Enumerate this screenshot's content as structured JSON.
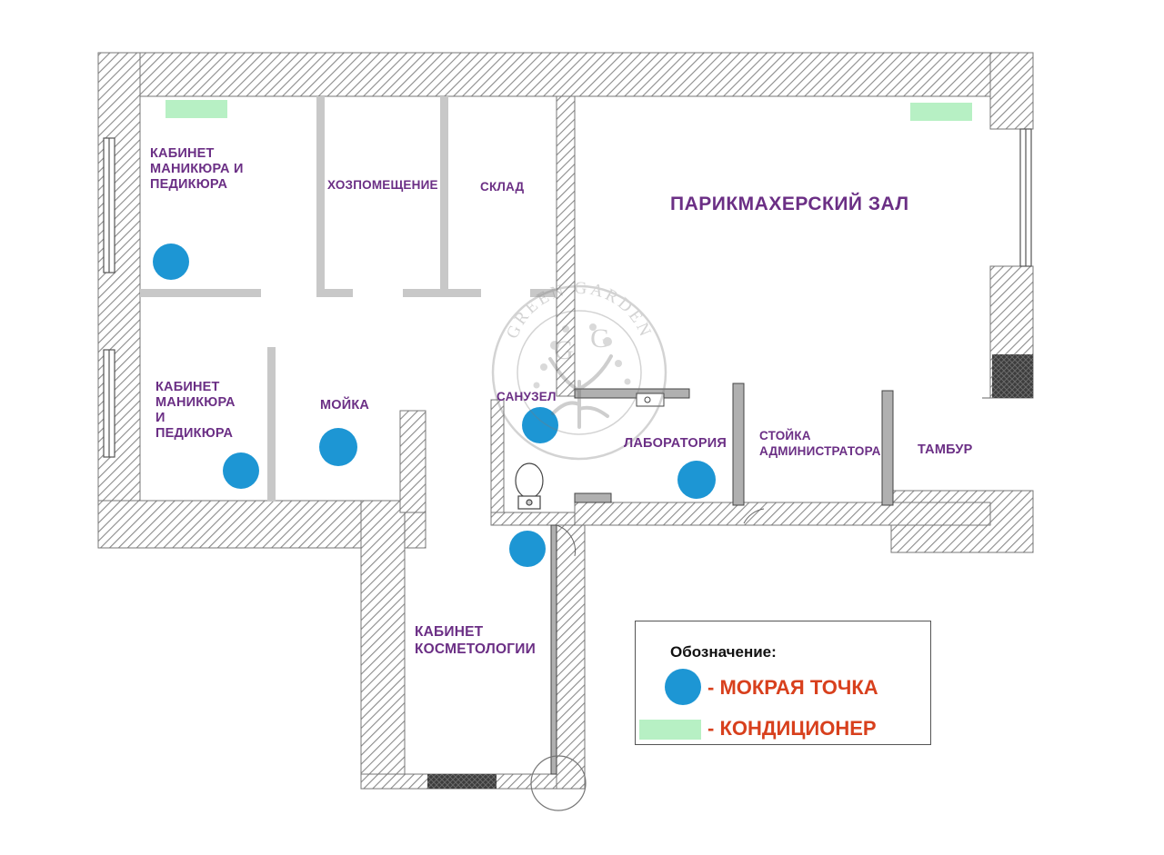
{
  "rooms": {
    "manicure_top": "КАБИНЕТ\nМАНИКЮРА И\nПЕДИКЮРА",
    "utility": "ХОЗПОМЕЩЕНИЕ",
    "storage": "СКЛАД",
    "hair_salon": "ПАРИКМАХЕРСКИЙ ЗАЛ",
    "manicure_bottom": "КАБИНЕТ\nМАНИКЮРА\nИ\nПЕДИКЮРА",
    "wash": "МОЙКА",
    "bathroom": "САНУЗЕЛ",
    "laboratory": "ЛАБОРАТОРИЯ",
    "reception": "СТОЙКА\nАДМИНИСТРАТОРА",
    "vestibule": "ТАМБУР",
    "cosmetology": "КАБИНЕТ\nКОСМЕТОЛОГИИ"
  },
  "legend": {
    "title": "Обозначение:",
    "wet_point": "- МОКРАЯ ТОЧКА",
    "air_conditioner": "- КОНДИЦИОНЕР"
  },
  "watermark": {
    "arc_text": "GREEN GARDEN",
    "monogram_left": "G",
    "monogram_right": "G"
  },
  "colors": {
    "wall_hatch": "#8a8a8a",
    "partition": "#c8c8c8",
    "wet_point": "#1d96d4",
    "air_conditioner": "#b7f0c4",
    "label": "#6b2f85",
    "legend_text": "#d8401d"
  }
}
